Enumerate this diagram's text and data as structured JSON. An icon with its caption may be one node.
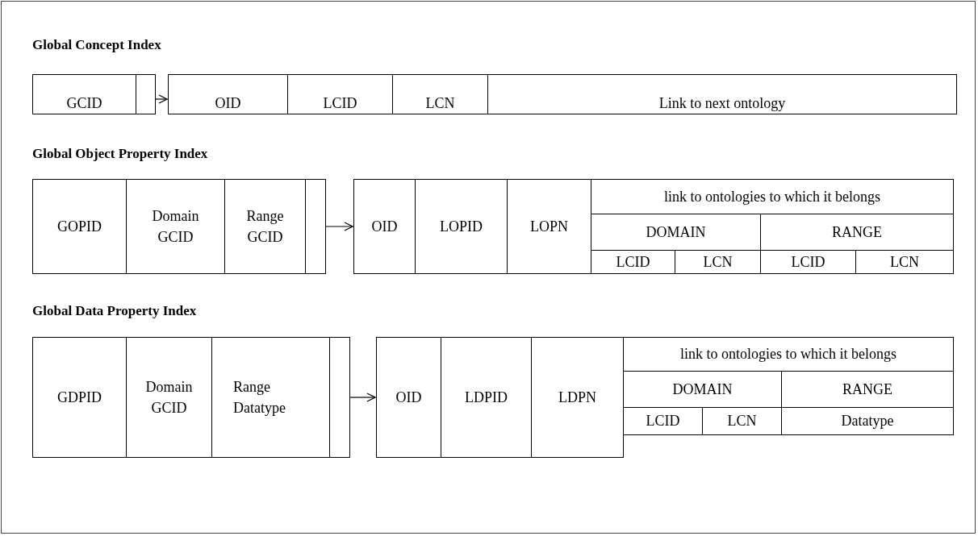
{
  "diagram": {
    "nodes": [
      {
        "text": [
          "GCID"
        ]
      },
      {
        "text": [],
        "shape": "box"
      },
      {
        "text": [
          "OID"
        ]
      },
      {
        "text": [
          "LCID"
        ]
      },
      {
        "text": [
          "LCN"
        ]
      },
      {
        "text": [
          "Link to next ontology"
        ]
      },
      {
        "text": [
          "GOPID"
        ]
      },
      {
        "text": [
          "Domain GCID"
        ]
      },
      {
        "text": [
          "Range GCID"
        ]
      },
      {
        "text": [],
        "shape": "box"
      },
      {
        "text": [
          "OID"
        ]
      },
      {
        "text": [
          "LOPID"
        ]
      },
      {
        "text": [
          "LOPN"
        ]
      },
      {
        "text": [
          "link to ontologies to which it belongs"
        ]
      },
      {
        "text": [
          "DOMAIN"
        ]
      },
      {
        "text": [
          "RANGE"
        ]
      },
      {
        "text": [
          "LCID"
        ]
      },
      {
        "text": [
          "LCN"
        ]
      },
      {
        "text": [
          "LCID"
        ]
      },
      {
        "text": [
          "LCN"
        ]
      },
      {
        "text": [
          "GDPID"
        ]
      },
      {
        "text": [
          "Domain GCID"
        ]
      },
      {
        "text": [
          "Range Datatype"
        ]
      },
      {
        "text": [],
        "shape": "box"
      },
      {
        "text": [
          "OID"
        ]
      },
      {
        "text": [
          "LDPID"
        ]
      },
      {
        "text": [
          "LDPN"
        ]
      },
      {
        "text": [
          "link to ontologies to which it belongs"
        ]
      },
      {
        "text": [
          "DOMAIN"
        ]
      },
      {
        "text": [
          "RANGE"
        ]
      },
      {
        "text": [
          "LCID"
        ]
      },
      {
        "text": [
          "LCN"
        ]
      },
      {
        "text": [
          "Datatype"
        ]
      }
    ],
    "edges": [
      {
        "from": 1,
        "to": 2,
        "arrow": "to"
      },
      {
        "from": 9,
        "to": 10,
        "arrow": "to"
      },
      {
        "from": 23,
        "to": 24,
        "arrow": "to"
      }
    ],
    "labels": [
      "Global Concept Index",
      "Global Object Property Index",
      "Global Data Property Index"
    ]
  }
}
